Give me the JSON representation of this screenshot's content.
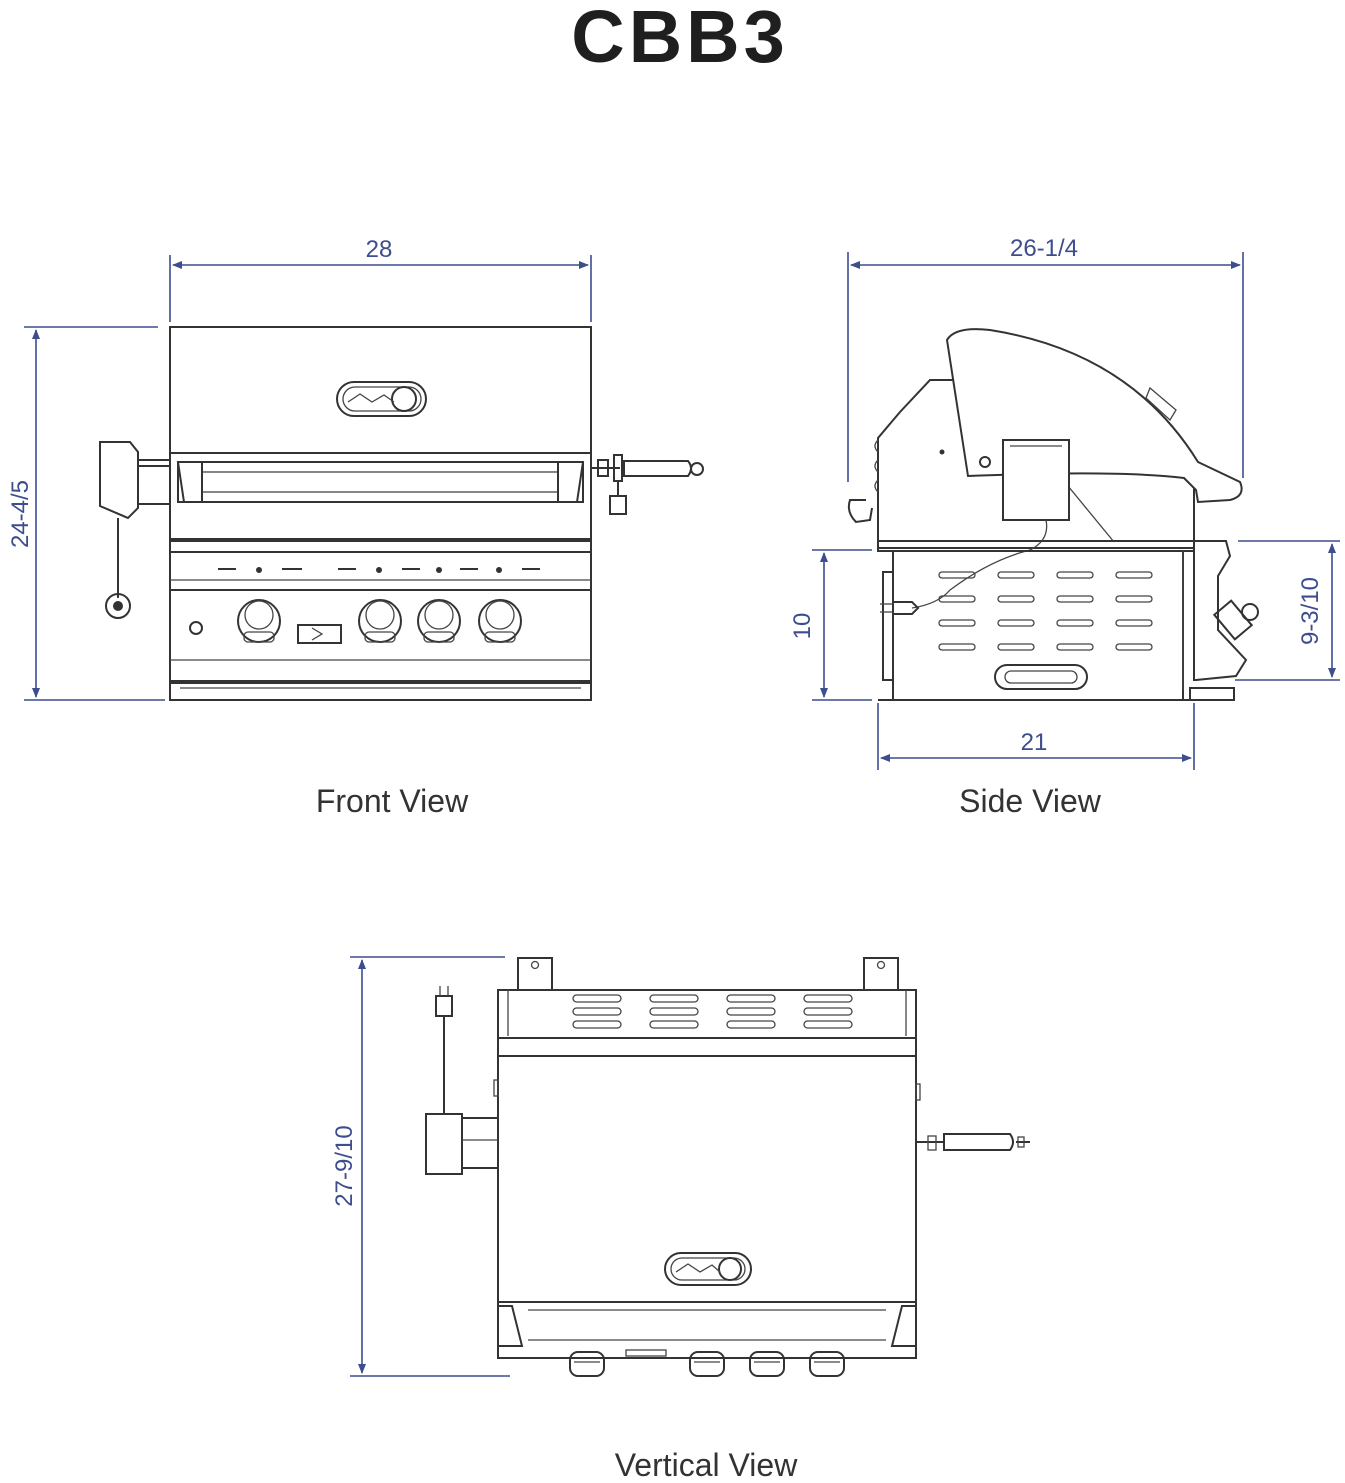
{
  "model": "CBB3",
  "colors": {
    "dimension": "#3d4d8e",
    "line": "#333333",
    "title": "#1f1f1f"
  },
  "front_view": {
    "caption": "Front View",
    "width": "28",
    "height": "24-4/5"
  },
  "side_view": {
    "caption": "Side View",
    "depth_top": "26-1/4",
    "depth_bottom": "21",
    "height_left": "10",
    "height_right": "9-3/10"
  },
  "vertical_view": {
    "caption": "Vertical View",
    "depth": "27-9/10"
  }
}
